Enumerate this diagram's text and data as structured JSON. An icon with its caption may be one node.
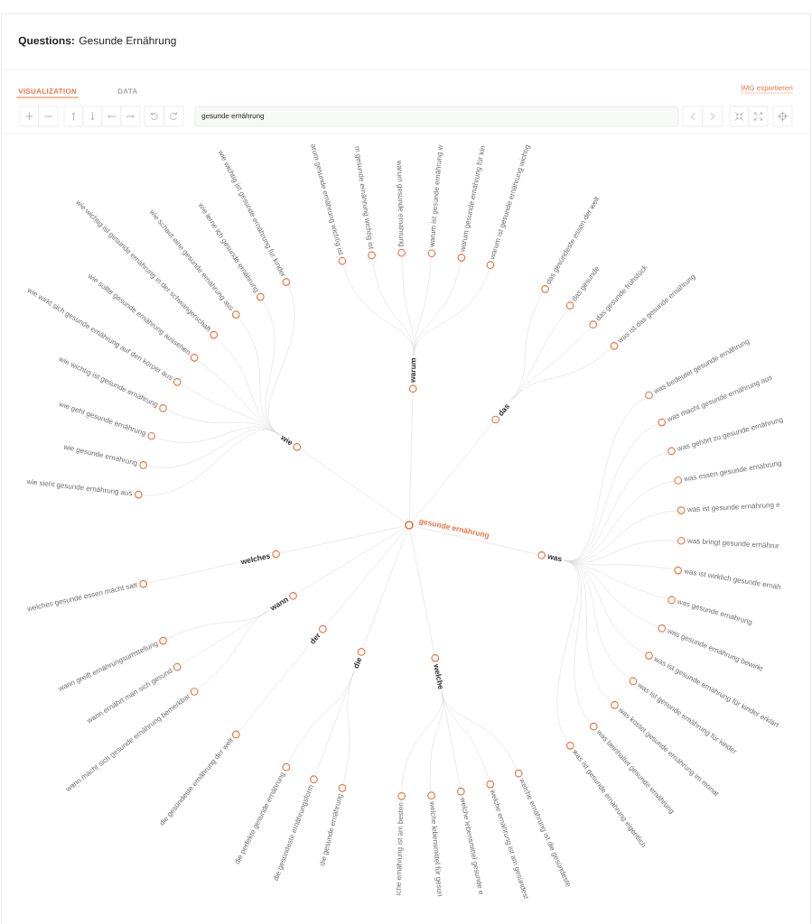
{
  "diagram": {
    "title": "**Questions:** Gesunde Ernährung",
    "nodes": [
      {
        "text": [
          "gesunde ernährung"
        ]
      },
      {
        "text": [
          "warum"
        ]
      },
      {
        "text": [
          "arum gesunde ernährung wichtig ist"
        ]
      },
      {
        "text": [
          "m gesunde ernährung wichtig ist"
        ]
      },
      {
        "text": [
          "warum gesunde ernährung"
        ]
      },
      {
        "text": [
          "warum ist gesunde ernährung w"
        ]
      },
      {
        "text": [
          "warum gesunde ernährung für kin"
        ]
      },
      {
        "text": [
          "warum ist gesunde ernährung wichtig"
        ]
      },
      {
        "text": [
          "das"
        ]
      },
      {
        "text": [
          "das gesündeste essen der welt"
        ]
      },
      {
        "text": [
          "das gesunde"
        ]
      },
      {
        "text": [
          "das gesunde frühstück"
        ]
      },
      {
        "text": [
          "was ist das gesunde ernährung"
        ]
      },
      {
        "text": [
          "was"
        ]
      },
      {
        "text": [
          "was bedeutet gesunde ernährung"
        ]
      },
      {
        "text": [
          "was macht gesunde ernährung aus"
        ]
      },
      {
        "text": [
          "was gehört zu gesunde ernährung"
        ]
      },
      {
        "text": [
          "was essen gesunde ernährung"
        ]
      },
      {
        "text": [
          "was ist gesunde ernährung e"
        ]
      },
      {
        "text": [
          "was bringt gesunde ernährur"
        ]
      },
      {
        "text": [
          "was ist wirklich gesunde ernäh"
        ]
      },
      {
        "text": [
          "was gesunde ernährung"
        ]
      },
      {
        "text": [
          "was gesunde ernährung bewirkt"
        ]
      },
      {
        "text": [
          "was ist gesunde ernährung für kinder erklärt"
        ]
      },
      {
        "text": [
          "was ist gesunde ernährung für kinder"
        ]
      },
      {
        "text": [
          "was kostet gesunde ernährung im monat"
        ]
      },
      {
        "text": [
          "was beinhaltet gesunde ernährung"
        ]
      },
      {
        "text": [
          "was ist gesunde ernährung eigentlich"
        ]
      },
      {
        "text": [
          "welche"
        ]
      },
      {
        "text": [
          "iche ernährung ist am besten"
        ]
      },
      {
        "text": [
          "welche lebensmittel für gesun"
        ]
      },
      {
        "text": [
          "welche lebensmittel gesunde e"
        ]
      },
      {
        "text": [
          "welche ernährung ist am gesündest"
        ]
      },
      {
        "text": [
          "welche ernährung ist die gesündeste"
        ]
      },
      {
        "text": [
          "die"
        ]
      },
      {
        "text": [
          "die perfekte gesunde ernährung"
        ]
      },
      {
        "text": [
          "die gesündeste ernährungsform"
        ]
      },
      {
        "text": [
          "die gesunde ernährung"
        ]
      },
      {
        "text": [
          "der"
        ]
      },
      {
        "text": [
          "die gesündeste ernährung der welt"
        ]
      },
      {
        "text": [
          "wann"
        ]
      },
      {
        "text": [
          "wann greift ernährungsumstellung"
        ]
      },
      {
        "text": [
          "wann ernährt man sich gesund"
        ]
      },
      {
        "text": [
          "wann macht sich gesunde ernährung bemerkbar"
        ]
      },
      {
        "text": [
          "welches"
        ]
      },
      {
        "text": [
          "welches gesunde essen macht satt"
        ]
      },
      {
        "text": [
          "wie"
        ]
      },
      {
        "text": [
          "wie wichtig ist gesunde ernährung für kinder"
        ]
      },
      {
        "text": [
          "wie lerne ich gesunde ernährung"
        ]
      },
      {
        "text": [
          "wie schaut eine gesunde ernährung aus"
        ]
      },
      {
        "text": [
          "wie wichtig ist gesunde ernährung in der schwangerschaft"
        ]
      },
      {
        "text": [
          "wie sollte gesunde ernährung aussehen"
        ]
      },
      {
        "text": [
          "wie wirkt sich gesunde ernährung auf den körper aus"
        ]
      },
      {
        "text": [
          "wie wichtig ist gesunde ernährung"
        ]
      },
      {
        "text": [
          "wie geht gesunde ernährung"
        ]
      },
      {
        "text": [
          "wie gesunde ernährung"
        ]
      },
      {
        "text": [
          "wie sieht gesunde ernährung aus"
        ]
      }
    ],
    "edges": [
      {
        "from": 0,
        "to": 1,
        "arrow": "none"
      },
      {
        "from": 1,
        "to": 2,
        "arrow": "none"
      },
      {
        "from": 1,
        "to": 3,
        "arrow": "none"
      },
      {
        "from": 1,
        "to": 4,
        "arrow": "none"
      },
      {
        "from": 1,
        "to": 5,
        "arrow": "none"
      },
      {
        "from": 1,
        "to": 6,
        "arrow": "none"
      },
      {
        "from": 1,
        "to": 7,
        "arrow": "none"
      },
      {
        "from": 0,
        "to": 8,
        "arrow": "none"
      },
      {
        "from": 8,
        "to": 9,
        "arrow": "none"
      },
      {
        "from": 8,
        "to": 10,
        "arrow": "none"
      },
      {
        "from": 8,
        "to": 11,
        "arrow": "none"
      },
      {
        "from": 8,
        "to": 12,
        "arrow": "none"
      },
      {
        "from": 0,
        "to": 13,
        "arrow": "none"
      },
      {
        "from": 13,
        "to": 14,
        "arrow": "none"
      },
      {
        "from": 13,
        "to": 15,
        "arrow": "none"
      },
      {
        "from": 13,
        "to": 16,
        "arrow": "none"
      },
      {
        "from": 13,
        "to": 17,
        "arrow": "none"
      },
      {
        "from": 13,
        "to": 18,
        "arrow": "none"
      },
      {
        "from": 13,
        "to": 19,
        "arrow": "none"
      },
      {
        "from": 13,
        "to": 20,
        "arrow": "none"
      },
      {
        "from": 13,
        "to": 21,
        "arrow": "none"
      },
      {
        "from": 13,
        "to": 22,
        "arrow": "none"
      },
      {
        "from": 13,
        "to": 23,
        "arrow": "none"
      },
      {
        "from": 13,
        "to": 24,
        "arrow": "none"
      },
      {
        "from": 13,
        "to": 25,
        "arrow": "none"
      },
      {
        "from": 13,
        "to": 26,
        "arrow": "none"
      },
      {
        "from": 13,
        "to": 27,
        "arrow": "none"
      },
      {
        "from": 0,
        "to": 28,
        "arrow": "none"
      },
      {
        "from": 28,
        "to": 29,
        "arrow": "none"
      },
      {
        "from": 28,
        "to": 30,
        "arrow": "none"
      },
      {
        "from": 28,
        "to": 31,
        "arrow": "none"
      },
      {
        "from": 28,
        "to": 32,
        "arrow": "none"
      },
      {
        "from": 28,
        "to": 33,
        "arrow": "none"
      },
      {
        "from": 0,
        "to": 34,
        "arrow": "none"
      },
      {
        "from": 34,
        "to": 35,
        "arrow": "none"
      },
      {
        "from": 34,
        "to": 36,
        "arrow": "none"
      },
      {
        "from": 34,
        "to": 37,
        "arrow": "none"
      },
      {
        "from": 0,
        "to": 38,
        "arrow": "none"
      },
      {
        "from": 38,
        "to": 39,
        "arrow": "none"
      },
      {
        "from": 0,
        "to": 40,
        "arrow": "none"
      },
      {
        "from": 40,
        "to": 41,
        "arrow": "none"
      },
      {
        "from": 40,
        "to": 42,
        "arrow": "none"
      },
      {
        "from": 40,
        "to": 43,
        "arrow": "none"
      },
      {
        "from": 0,
        "to": 44,
        "arrow": "none"
      },
      {
        "from": 44,
        "to": 45,
        "arrow": "none"
      },
      {
        "from": 0,
        "to": 46,
        "arrow": "none"
      },
      {
        "from": 46,
        "to": 47,
        "arrow": "none"
      },
      {
        "from": 46,
        "to": 48,
        "arrow": "none"
      },
      {
        "from": 46,
        "to": 49,
        "arrow": "none"
      },
      {
        "from": 46,
        "to": 50,
        "arrow": "none"
      },
      {
        "from": 46,
        "to": 51,
        "arrow": "none"
      },
      {
        "from": 46,
        "to": 52,
        "arrow": "none"
      },
      {
        "from": 46,
        "to": 53,
        "arrow": "none"
      },
      {
        "from": 46,
        "to": 54,
        "arrow": "none"
      },
      {
        "from": 46,
        "to": 55,
        "arrow": "none"
      },
      {
        "from": 46,
        "to": 56,
        "arrow": "none"
      }
    ],
    "labels": [
      "VISUALIZATION",
      "DATA",
      "IMG exportieren",
      "gesunde ernährung"
    ]
  }
}
